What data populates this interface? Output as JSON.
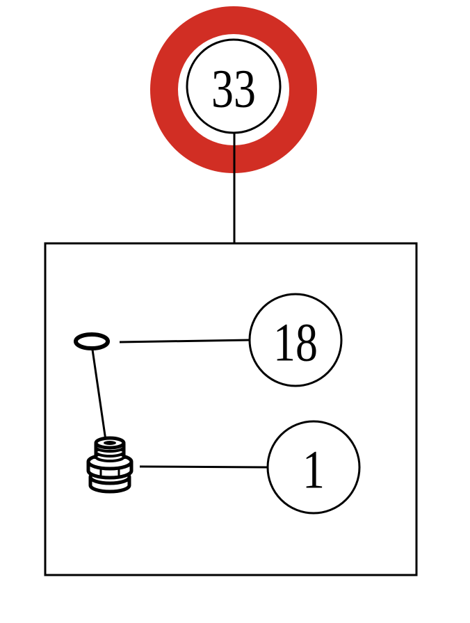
{
  "diagram": {
    "assembly_callout": {
      "label": "33",
      "highlight_color": "#d12e24"
    },
    "part_callouts": [
      {
        "label": "18",
        "part": "o-ring"
      },
      {
        "label": "1",
        "part": "fitting"
      }
    ],
    "colors": {
      "line": "#000000",
      "background": "#ffffff"
    }
  }
}
